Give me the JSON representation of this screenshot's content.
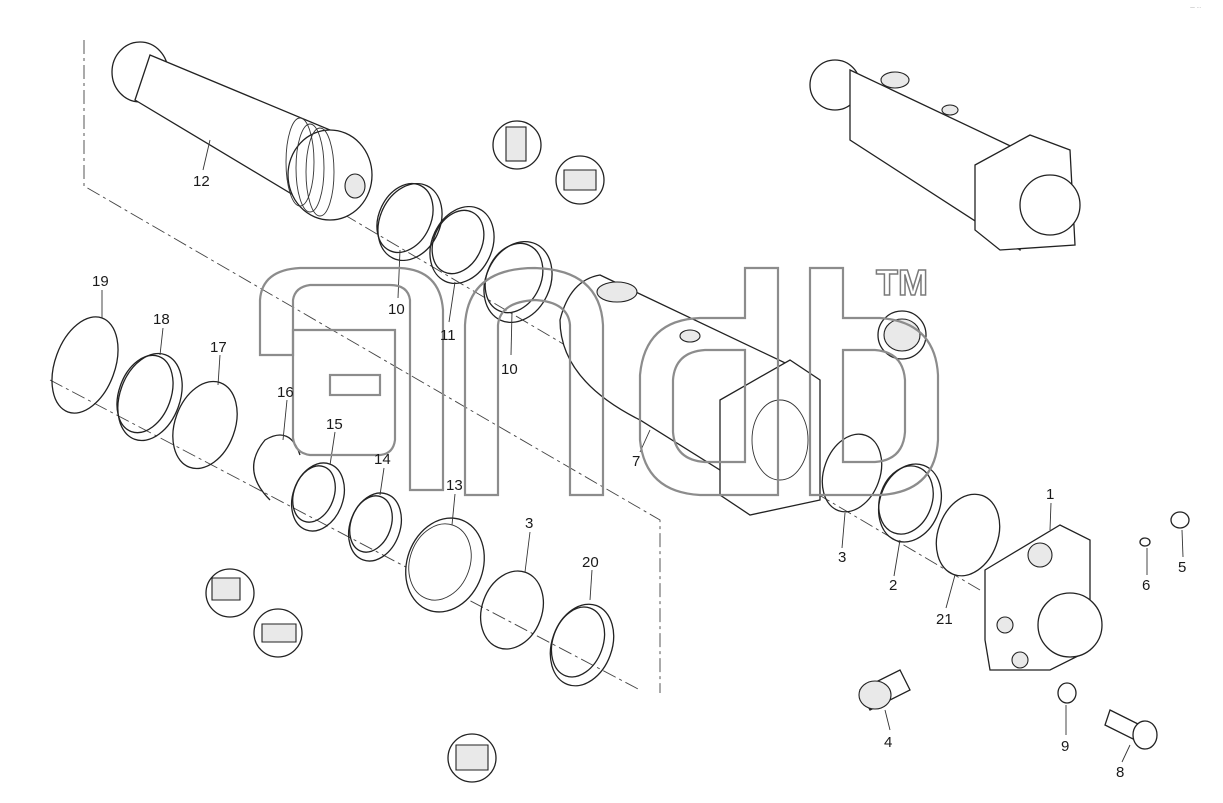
{
  "watermark": {
    "brand_text": "anb",
    "trademark": "TM"
  },
  "corner_mark": "— ···",
  "callouts": [
    {
      "id": "p12",
      "text": "12"
    },
    {
      "id": "p10a",
      "text": "10"
    },
    {
      "id": "p11",
      "text": "11"
    },
    {
      "id": "p10b",
      "text": "10"
    },
    {
      "id": "p19",
      "text": "19"
    },
    {
      "id": "p18",
      "text": "18"
    },
    {
      "id": "p17",
      "text": "17"
    },
    {
      "id": "p16",
      "text": "16"
    },
    {
      "id": "p15",
      "text": "15"
    },
    {
      "id": "p14",
      "text": "14"
    },
    {
      "id": "p13",
      "text": "13"
    },
    {
      "id": "p3a",
      "text": "3"
    },
    {
      "id": "p20",
      "text": "20"
    },
    {
      "id": "p7",
      "text": "7"
    },
    {
      "id": "p3b",
      "text": "3"
    },
    {
      "id": "p2",
      "text": "2"
    },
    {
      "id": "p21",
      "text": "21"
    },
    {
      "id": "p1",
      "text": "1"
    },
    {
      "id": "p6",
      "text": "6"
    },
    {
      "id": "p5",
      "text": "5"
    },
    {
      "id": "p4",
      "text": "4"
    },
    {
      "id": "p9",
      "text": "9"
    },
    {
      "id": "p8",
      "text": "8"
    }
  ]
}
